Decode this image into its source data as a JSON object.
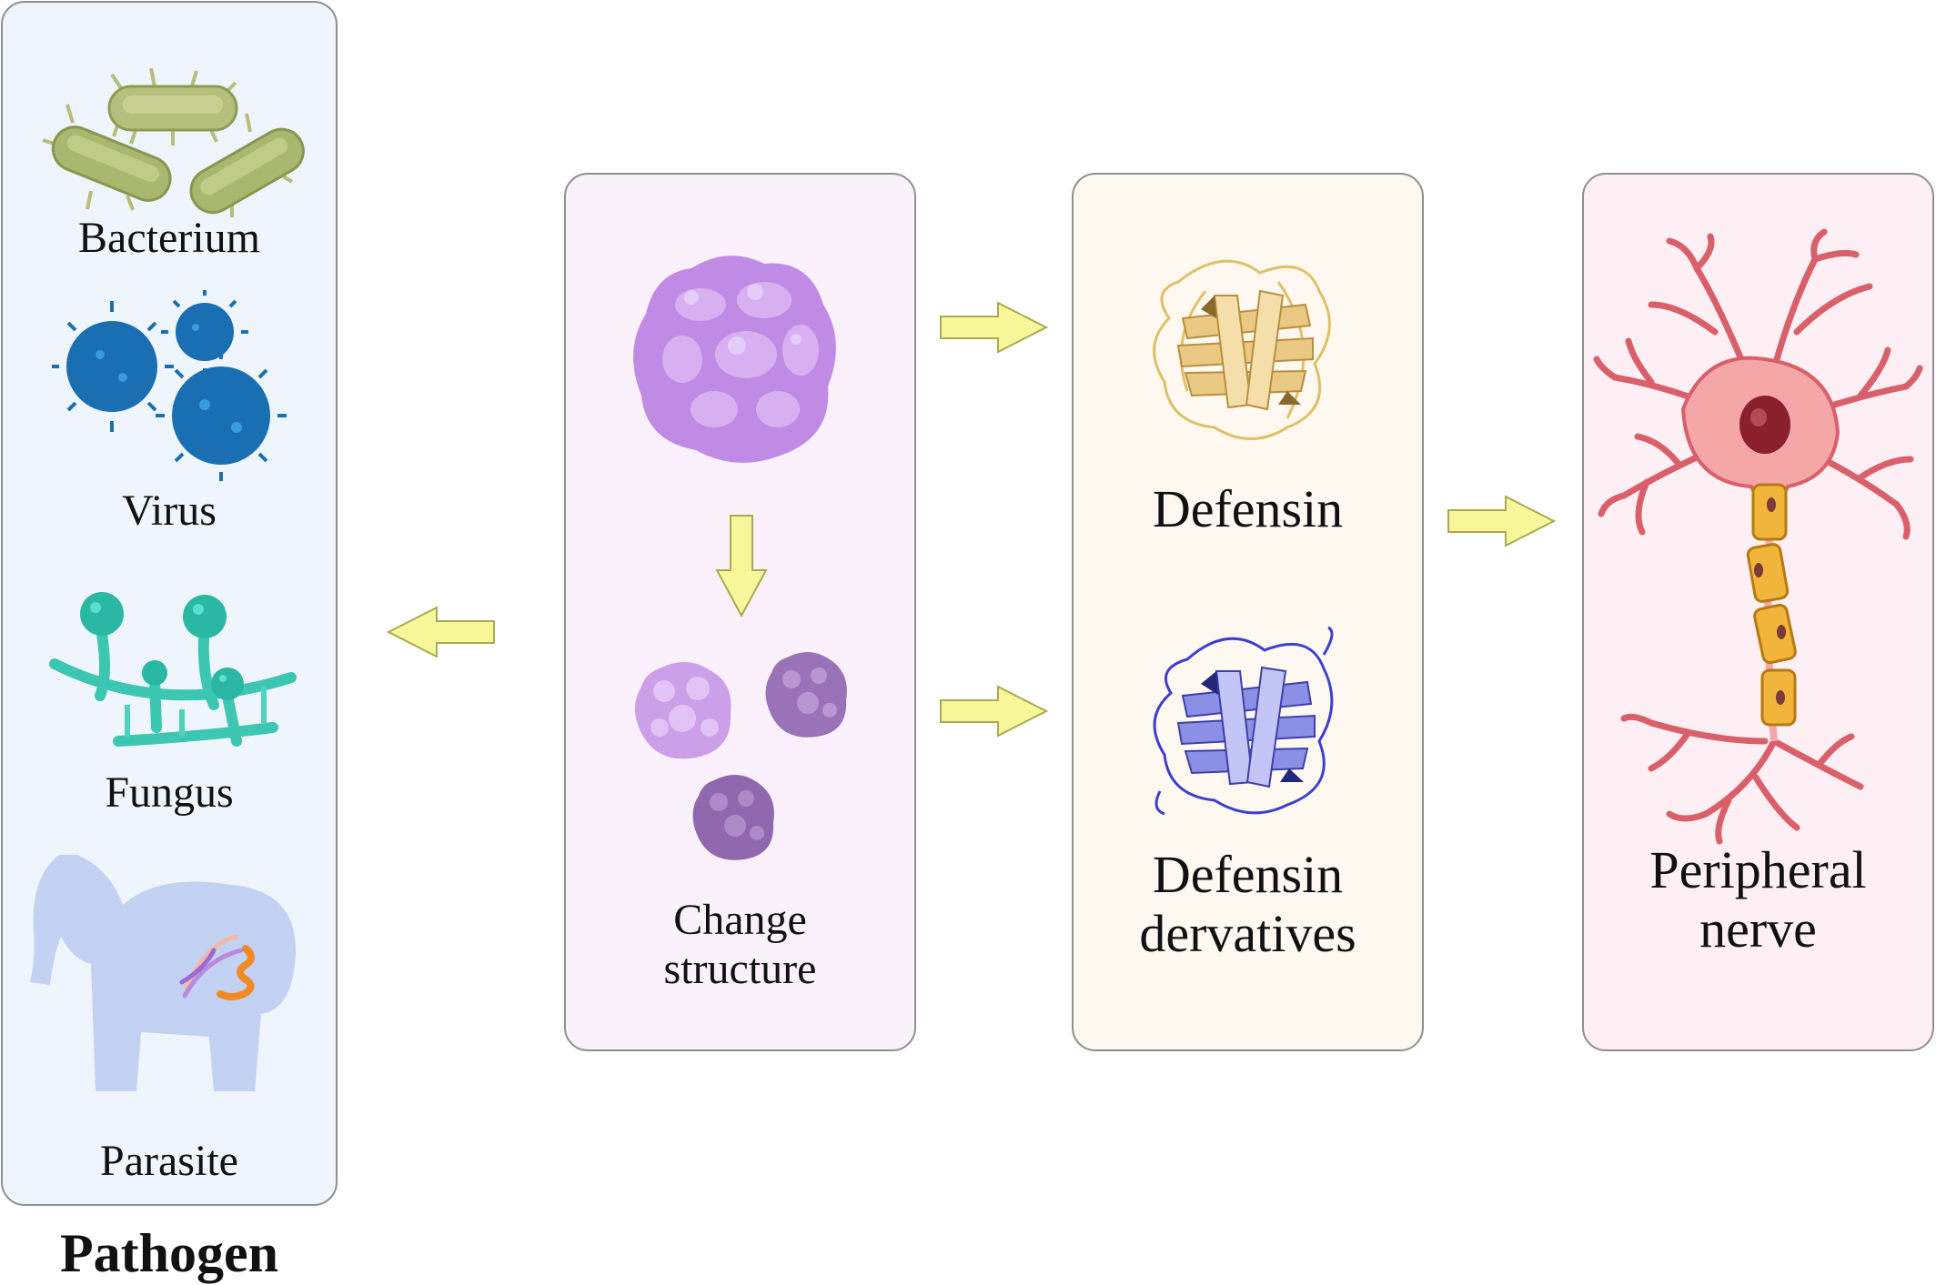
{
  "pathogen": {
    "title": "Pathogen",
    "items": [
      {
        "label": "Bacterium",
        "icon": "bacteria-icon"
      },
      {
        "label": "Virus",
        "icon": "virus-icon"
      },
      {
        "label": "Fungus",
        "icon": "fungus-icon"
      },
      {
        "label": "Parasite",
        "icon": "parasite-elephant-icon"
      }
    ]
  },
  "structure": {
    "label_line1": "Change",
    "label_line2": "structure",
    "icon": "protein-aggregate-icon"
  },
  "defensin": {
    "label": "Defensin",
    "derivatives_line1": "Defensin",
    "derivatives_line2": "dervatives",
    "icon": "protein-ribbon-icon"
  },
  "nerve": {
    "label_line1": "Peripheral",
    "label_line2": "nerve",
    "icon": "neuron-icon"
  },
  "colors": {
    "arrow_fill": "#f7f79a",
    "arrow_stroke": "#a9a94f",
    "pathogen_bg": "#eef5fd",
    "structure_bg": "#fbf1fc",
    "defensin_bg": "#fef8f1",
    "nerve_bg": "#fdeff3"
  }
}
